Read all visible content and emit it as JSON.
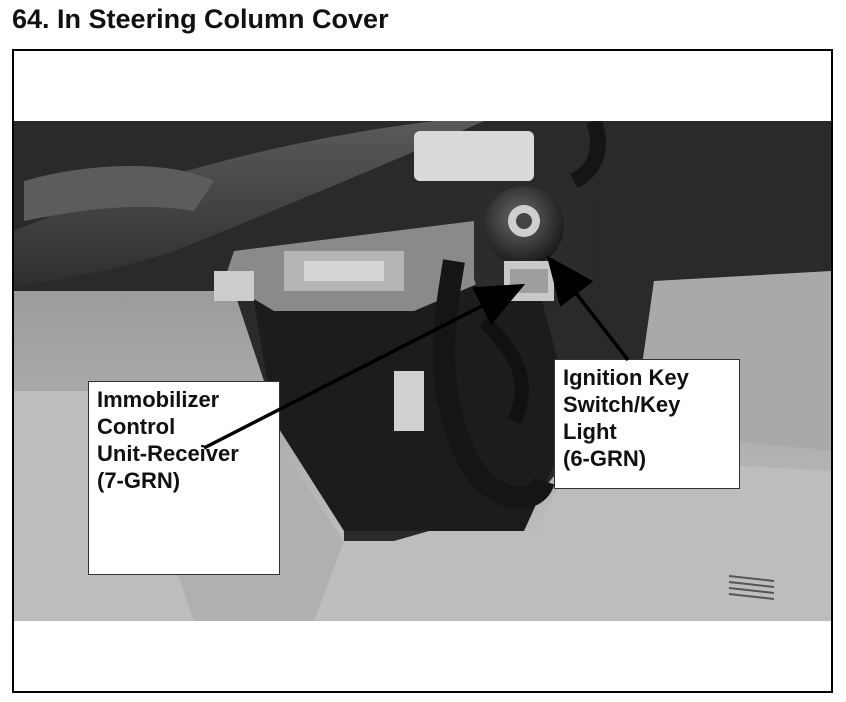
{
  "page": {
    "title": "64. In Steering Column Cover"
  },
  "callouts": {
    "immobilizer": {
      "lines": [
        "Immobilizer",
        "Control",
        "Unit-Receiver",
        "(7-GRN)"
      ]
    },
    "ignition": {
      "lines": [
        "Ignition Key",
        "Switch/Key",
        "Light",
        "(6-GRN)"
      ]
    }
  }
}
